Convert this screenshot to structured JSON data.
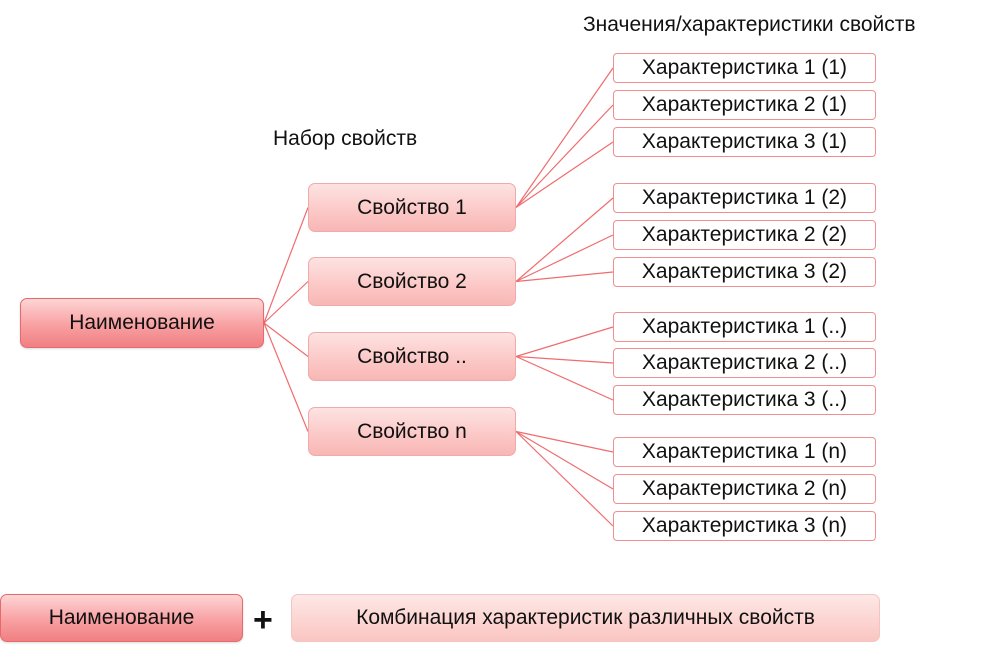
{
  "header_values": "Значения/характеристики свойств",
  "header_properties": "Набор свойств",
  "root_label": "Наименование",
  "properties": [
    {
      "label": "Свойство 1",
      "values": [
        "Характеристика 1 (1)",
        "Характеристика 2 (1)",
        "Характеристика 3 (1)"
      ]
    },
    {
      "label": "Свойство 2",
      "values": [
        "Характеристика 1 (2)",
        "Характеристика 2 (2)",
        "Характеристика 3 (2)"
      ]
    },
    {
      "label": "Свойство ..",
      "values": [
        "Характеристика 1 (..)",
        "Характеристика 2 (..)",
        "Характеристика 3 (..)"
      ]
    },
    {
      "label": "Свойство n",
      "values": [
        "Характеристика 1 (n)",
        "Характеристика 2 (n)",
        "Характеристика 3 (n)"
      ]
    }
  ],
  "formula": {
    "left": "Наименование",
    "operator": "+",
    "right": "Комбинация характеристик различных свойств"
  },
  "colors": {
    "connector": "#f06c6e",
    "root_border": "#e56a6c"
  }
}
